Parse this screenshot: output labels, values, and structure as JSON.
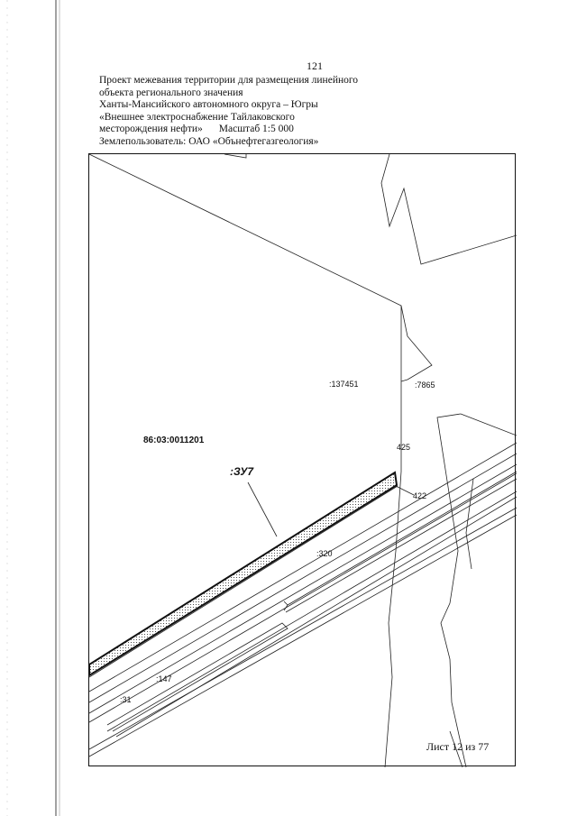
{
  "page": {
    "number": "121"
  },
  "header": {
    "line1": "Проект межевания территории для размещения линейного",
    "line2": "объекта регионального значения",
    "line3": "Ханты-Мансийского автономного округа – Югры",
    "line4": "«Внешнее электроснабжение Тайлаковского",
    "line5_left": "месторождения нефти»",
    "line5_right": "Масштаб 1:5 000",
    "line6": "Землепользователь: ОАО «Обънефтегазгеология»"
  },
  "map": {
    "labels": {
      "quarter": "86:03:0011201",
      "parcel_137451": ":137451",
      "parcel_7865": ":7865",
      "point_425": "425",
      "point_422": "422",
      "zu": ":ЗУ7",
      "parcel_320": ":320",
      "parcel_147": ":147",
      "parcel_31": ":31"
    },
    "sheet": "Лист 12 из 77"
  }
}
